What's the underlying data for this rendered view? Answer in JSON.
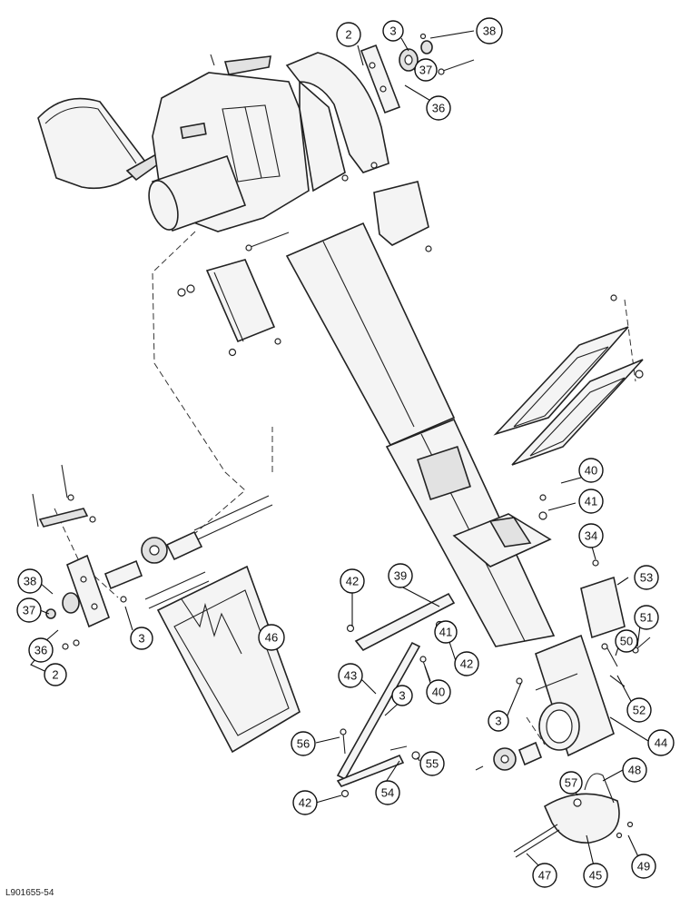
{
  "figure_id": "L901655-54",
  "callouts": [
    "2",
    "3",
    "38",
    "37",
    "36",
    "38",
    "37",
    "36",
    "2",
    "3",
    "40",
    "41",
    "34",
    "53",
    "51",
    "50",
    "52",
    "42",
    "39",
    "41",
    "42",
    "40",
    "43",
    "3",
    "46",
    "56",
    "55",
    "3",
    "44",
    "54",
    "42",
    "57",
    "48",
    "47",
    "45",
    "49"
  ]
}
